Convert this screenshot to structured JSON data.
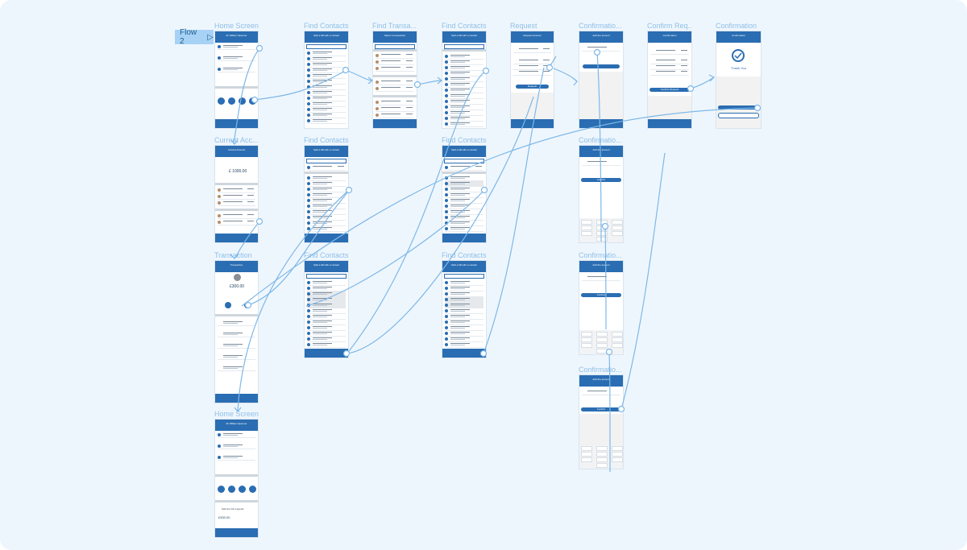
{
  "flow": {
    "label": "Flow 2"
  },
  "frames": [
    {
      "id": "home1",
      "title": "Home Screen",
      "header": "Mr William Spencer",
      "kind": "home"
    },
    {
      "id": "current",
      "title": "Current Acc...",
      "header": "Current Account",
      "kind": "account",
      "balance": "£ 1000.00"
    },
    {
      "id": "transaction",
      "title": "Transaction",
      "header": "Transaction",
      "kind": "transaction",
      "amount": "£300.00"
    },
    {
      "id": "home2",
      "title": "Home Screen",
      "header": "Mr William Spencer",
      "kind": "home2",
      "section": "Split the bill requests",
      "request_amount": "£300.00"
    },
    {
      "id": "find1",
      "title": "Find Contacts",
      "header": "Split a bill with a contact",
      "kind": "contacts"
    },
    {
      "id": "find2",
      "title": "Find Contacts",
      "header": "Split a bill with a contact",
      "kind": "contacts"
    },
    {
      "id": "find3",
      "title": "Find Contacts",
      "header": "Split a bill with a contact",
      "kind": "contacts"
    },
    {
      "id": "findtrans",
      "title": "Find Transa...",
      "header": "Select a transaction",
      "kind": "transactions"
    },
    {
      "id": "find4",
      "title": "Find Contacts",
      "header": "Split a bill with a contact",
      "kind": "contacts"
    },
    {
      "id": "find5",
      "title": "Find Contacts",
      "header": "Split a bill with a contact",
      "kind": "contacts"
    },
    {
      "id": "find6",
      "title": "Find Contacts",
      "header": "Split a bill with a contact",
      "kind": "contacts"
    },
    {
      "id": "request",
      "title": "Request",
      "header": "Request amount",
      "kind": "request",
      "button": "Request"
    },
    {
      "id": "conf1",
      "title": "Confirmatio...",
      "header": "Add the amount",
      "kind": "confirm"
    },
    {
      "id": "conf2",
      "title": "Confirmatio...",
      "header": "Add the amount",
      "kind": "keypad",
      "button": "Confirm"
    },
    {
      "id": "conf3",
      "title": "Confirmatio...",
      "header": "Add the amount",
      "kind": "keypad",
      "button": "Confirm"
    },
    {
      "id": "conf4",
      "title": "Confirmatio...",
      "header": "Add the amount",
      "kind": "keypad",
      "button": "Confirm"
    },
    {
      "id": "confirmreq",
      "title": "Confirm Req...",
      "header": "Confirmation",
      "kind": "confirmreq",
      "button": "Confirm Request"
    },
    {
      "id": "final",
      "title": "Confirmation",
      "header": "Confirmation",
      "kind": "final",
      "message": "Thank You"
    }
  ]
}
